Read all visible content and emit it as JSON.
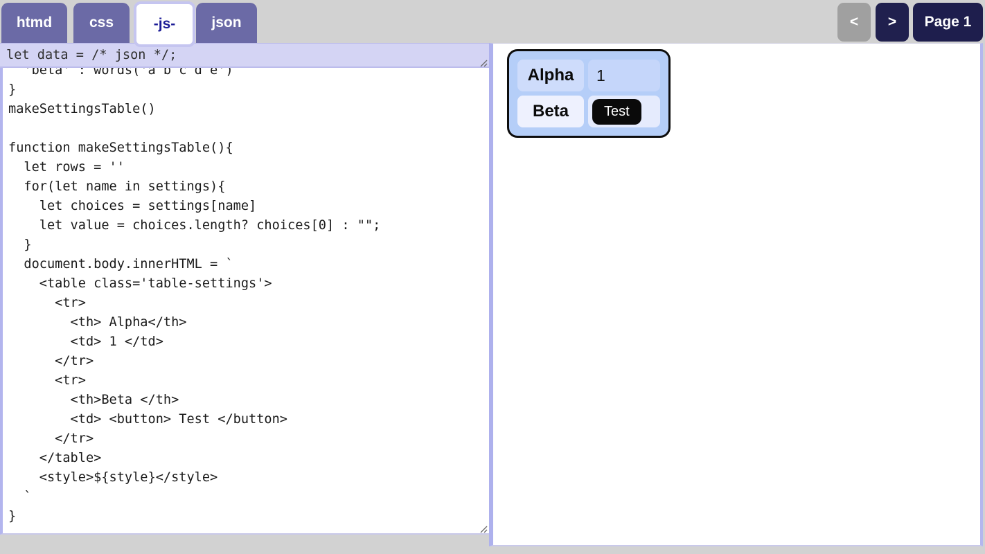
{
  "tabs": {
    "items": [
      {
        "label": "htmd",
        "active": false
      },
      {
        "label": "css",
        "active": false
      },
      {
        "label": "-js-",
        "active": true
      },
      {
        "label": "json",
        "active": false
      }
    ]
  },
  "pager": {
    "prev_label": "<",
    "next_label": ">",
    "page_label": "Page 1"
  },
  "editors": {
    "data_declaration": "let data = /* json */;",
    "js_code": [
      "  'beta' : words('a b c d e')",
      "}",
      "makeSettingsTable()",
      "",
      "function makeSettingsTable(){",
      "  let rows = ''",
      "  for(let name in settings){",
      "    let choices = settings[name]",
      "    let value = choices.length? choices[0] : \"\";",
      "  }",
      "  document.body.innerHTML = `",
      "    <table class='table-settings'>",
      "      <tr>",
      "        <th> Alpha</th>",
      "        <td> 1 </td>",
      "      </tr>",
      "      <tr>",
      "        <th>Beta </th>",
      "        <td> <button> Test </button>",
      "      </tr>",
      "    </table>",
      "    <style>${style}</style>",
      "  `",
      "}"
    ]
  },
  "preview": {
    "settings_table": {
      "rows": [
        {
          "name": "Alpha",
          "value": "1",
          "control": "text"
        },
        {
          "name": "Beta",
          "value": "Test",
          "control": "button"
        }
      ]
    }
  },
  "colors": {
    "tab_inactive_bg": "#6b6aa6",
    "tab_active_text": "#1b1b96",
    "nav_dark_bg": "#1e1e4d",
    "nav_disabled_bg": "#a0a0a0",
    "accent_lavender": "#b3b5ee",
    "data_editor_bg": "#d4d4f4",
    "preview_card_bg": "#b5cef8",
    "row1_header_bg": "#cedcfb",
    "row1_value_bg": "#c5d6fa",
    "row2_header_bg": "#eef1fe",
    "row2_value_bg": "#e5ebfd",
    "test_button_bg": "#0a0a0a"
  }
}
